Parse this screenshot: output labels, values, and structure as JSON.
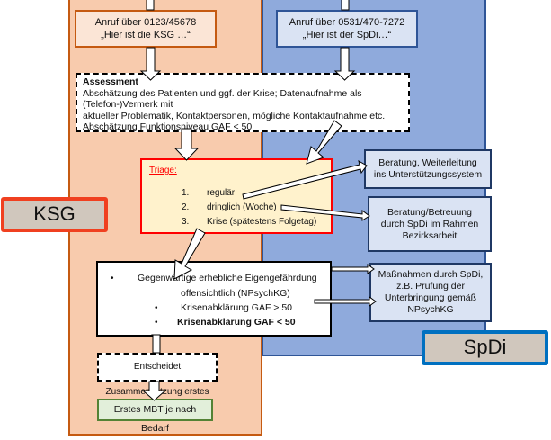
{
  "regions": {
    "ksg": {
      "label": "KSG",
      "fill": "#f8cbad",
      "border": "#c55a11"
    },
    "spdi": {
      "label": "SpDi",
      "fill": "#8faadc",
      "border": "#2f5597"
    }
  },
  "calls": {
    "ksg": {
      "line1": "Anruf über 0123/45678",
      "line2": "„Hier ist die KSG …“"
    },
    "spdi": {
      "line1": "Anruf über 0531/470-7272",
      "line2": "„Hier ist der SpDi…“"
    }
  },
  "assessment": {
    "title": "Assessment",
    "line1": "Abschätzung des Patienten und ggf. der Krise; Datenaufnahme als (Telefon-)Vermerk mit",
    "line2": "aktueller Problematik, Kontaktpersonen, mögliche Kontaktaufnahme etc.",
    "line3": "Abschätzung Funktionsniveau GAF < 50"
  },
  "triage": {
    "title": "Triage:",
    "items": [
      {
        "num": "1.",
        "label": "regulär"
      },
      {
        "num": "2.",
        "label": "dringlich (Woche)"
      },
      {
        "num": "3.",
        "label": "Krise (spätestens Folgetag)"
      }
    ]
  },
  "outcomes": {
    "box1": {
      "line1": "Beratung, Weiterleitung",
      "line2": "ins Unterstützungssystem"
    },
    "box2": {
      "line1": "Beratung/Betreuung",
      "line2": "durch SpDi im Rahmen",
      "line3": "Bezirksarbeit"
    },
    "box3": {
      "line1": "Maßnahmen durch SpDi,",
      "line2": "z.B. Prüfung der",
      "line3": "Unterbringung gemäß",
      "line4": "NPsychKG"
    }
  },
  "danger": {
    "item1_line1": "Gegenwärtige erhebliche Eigengefährdung",
    "item1_line2": "offensichtlich (NPsychKG)",
    "item2": "Krisenabklärung GAF > 50",
    "item3": "Krisenabklärung GAF < 50",
    "bullet": "•"
  },
  "mbt": {
    "decide": "Entscheidet Zusammensetzung erstes MBT",
    "first": "Erstes MBT je nach Bedarf"
  },
  "tags": {
    "ksg": "KSG",
    "spdi": "SpDi"
  }
}
